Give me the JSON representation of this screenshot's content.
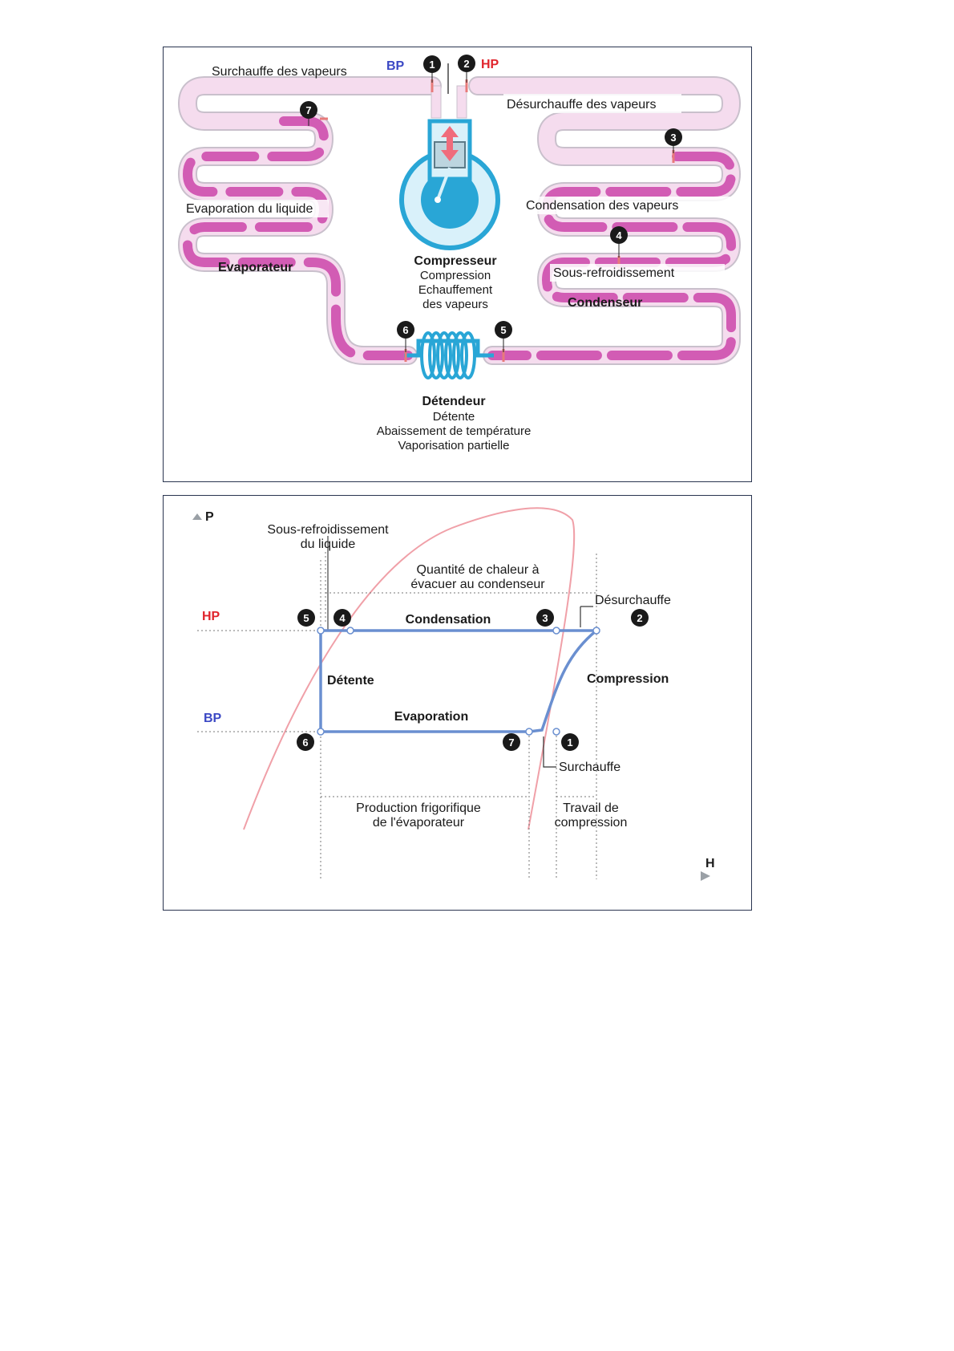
{
  "top_diagram": {
    "labels": {
      "surchauffe": "Surchauffe des vapeurs",
      "bp": "BP",
      "hp": "HP",
      "desurchauffe": "Désurchauffe des vapeurs",
      "evaporation": "Evaporation du liquide",
      "condensation": "Condensation des vapeurs",
      "evaporateur": "Evaporateur",
      "sous_refroidissement": "Sous-refroidissement",
      "condenseur": "Condenseur",
      "compresseur": "Compresseur",
      "compresseur_line1": "Compression",
      "compresseur_line2": "Echauffement",
      "compresseur_line3": "des vapeurs",
      "detendeur": "Détendeur",
      "detendeur_line1": "Détente",
      "detendeur_line2": "Abaissement de température",
      "detendeur_line3": "Vaporisation partielle"
    },
    "markers": [
      "1",
      "2",
      "3",
      "4",
      "5",
      "6",
      "7"
    ],
    "colors": {
      "bp": "#3b48c4",
      "hp": "#e0242c",
      "refrigerant": "#d25cb4",
      "tube": "#f2d6ea",
      "machine": "#29a6d6"
    }
  },
  "bottom_diagram": {
    "axis_p": "P",
    "axis_h": "H",
    "labels": {
      "sous_refroidissement_line1": "Sous-refroidissement",
      "sous_refroidissement_line2": "du liquide",
      "quantite_line1": "Quantité de chaleur à",
      "quantite_line2": "évacuer au condenseur",
      "desurchauffe": "Désurchauffe",
      "hp": "HP",
      "bp": "BP",
      "condensation": "Condensation",
      "detente": "Détente",
      "compression": "Compression",
      "evaporation": "Evaporation",
      "surchauffe": "Surchauffe",
      "production_line1": "Production frigorifique",
      "production_line2": "de l'évaporateur",
      "travail_line1": "Travail de",
      "travail_line2": "compression"
    },
    "markers": [
      "1",
      "2",
      "3",
      "4",
      "5",
      "6",
      "7"
    ],
    "colors": {
      "cycle": "#6a8fd0",
      "saturation_curve": "#f0a0a8",
      "hp": "#e0242c",
      "bp": "#3b48c4"
    }
  }
}
